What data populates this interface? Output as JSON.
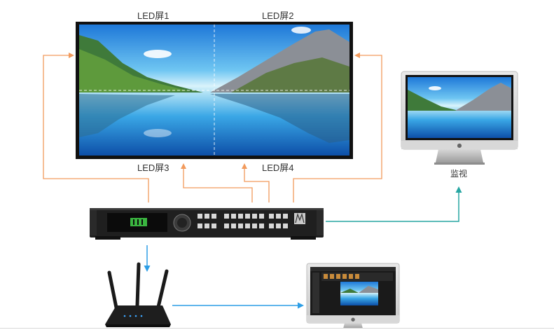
{
  "labels": {
    "screen1": "LED屏1",
    "screen2": "LED屏2",
    "screen3": "LED屏3",
    "screen4": "LED屏4",
    "monitor": "监视"
  },
  "colors": {
    "orange": "#f29a5c",
    "blue": "#2d9ee6",
    "teal": "#27a6a2",
    "device_body": "#1f1f1f"
  },
  "icons": {
    "apple": "apple-logo-icon"
  }
}
